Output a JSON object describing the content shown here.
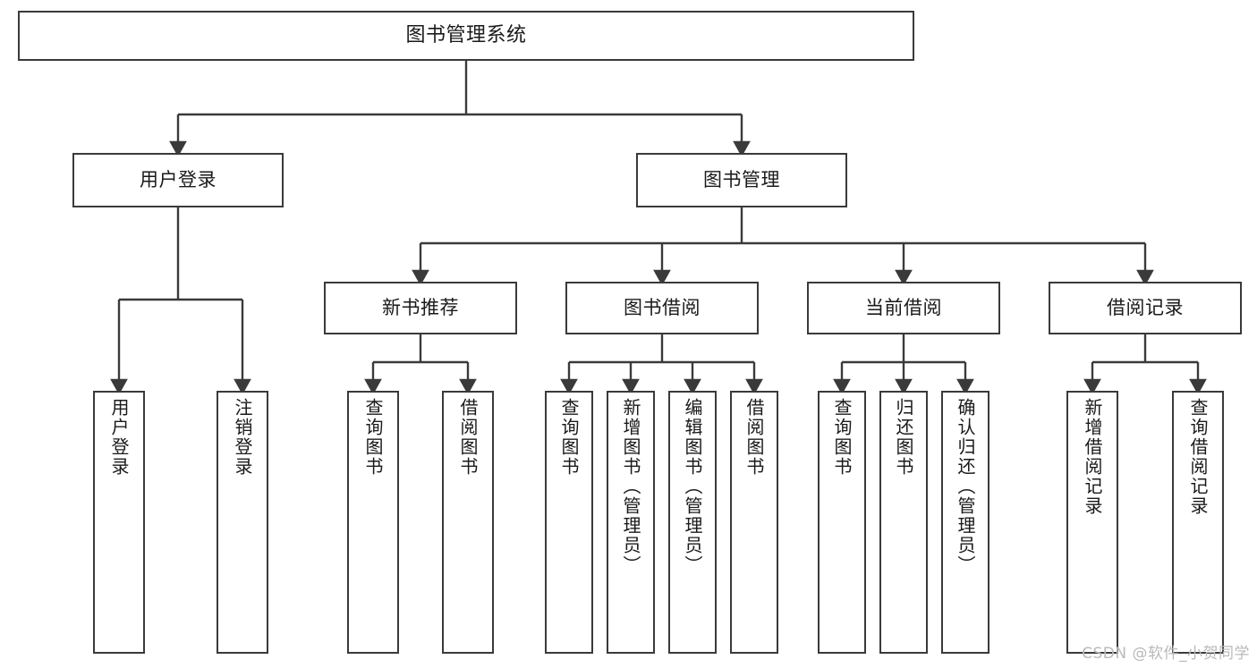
{
  "diagram": {
    "title": "图书管理系统",
    "type": "tree-hierarchy",
    "watermark": "CSDN @软件_小贺同学",
    "colors": {
      "box_border": "#3a3a3a",
      "box_fill": "#ffffff",
      "edge": "#3a3a3a",
      "text": "#1a1a1a",
      "watermark": "#b9b9b9",
      "background": "#ffffff"
    },
    "nodes": {
      "root": {
        "label": "图书管理系统"
      },
      "level2": [
        {
          "label": "用户登录"
        },
        {
          "label": "图书管理"
        }
      ],
      "level3": [
        {
          "label": "新书推荐"
        },
        {
          "label": "图书借阅"
        },
        {
          "label": "当前借阅"
        },
        {
          "label": "借阅记录"
        }
      ],
      "leaves_user_login": [
        {
          "label": "用户登录"
        },
        {
          "label": "注销登录"
        }
      ],
      "leaves_new_book": [
        {
          "label": "查询图书"
        },
        {
          "label": "借阅图书"
        }
      ],
      "leaves_borrow": [
        {
          "label": "查询图书"
        },
        {
          "label": "新增图书（管理员）"
        },
        {
          "label": "编辑图书（管理员）"
        },
        {
          "label": "借阅图书"
        }
      ],
      "leaves_current": [
        {
          "label": "查询图书"
        },
        {
          "label": "归还图书"
        },
        {
          "label": "确认归还（管理员）"
        }
      ],
      "leaves_records": [
        {
          "label": "新增借阅记录"
        },
        {
          "label": "查询借阅记录"
        }
      ]
    }
  }
}
